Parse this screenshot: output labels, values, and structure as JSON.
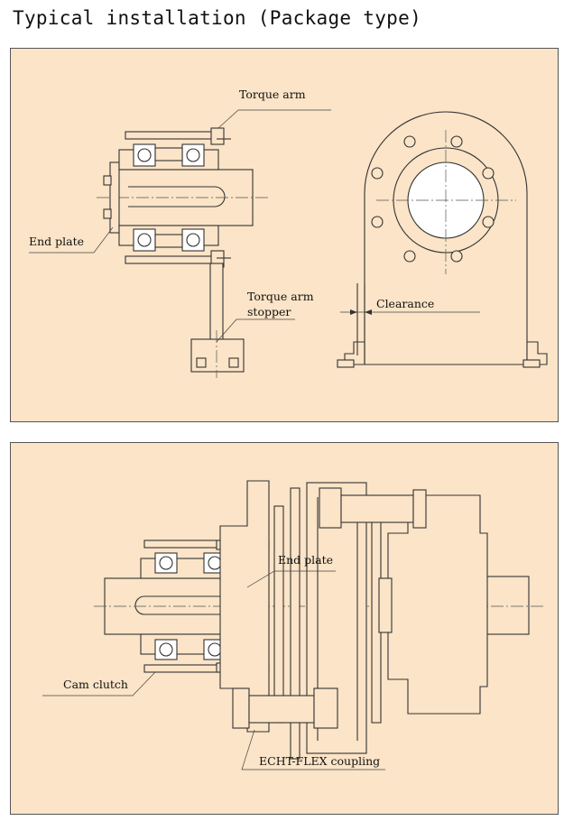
{
  "title": "Typical installation (Package type)",
  "panel1": {
    "torque_arm": "Torque arm",
    "end_plate": "End plate",
    "torque_arm_stopper_1": "Torque arm",
    "torque_arm_stopper_2": "stopper",
    "clearance": "Clearance"
  },
  "panel2": {
    "end_plate": "End plate",
    "cam_clutch": "Cam clutch",
    "coupling": "ECHT-FLEX coupling"
  },
  "colors": {
    "panel_bg": "#fbe4c7",
    "line": "#333333"
  }
}
